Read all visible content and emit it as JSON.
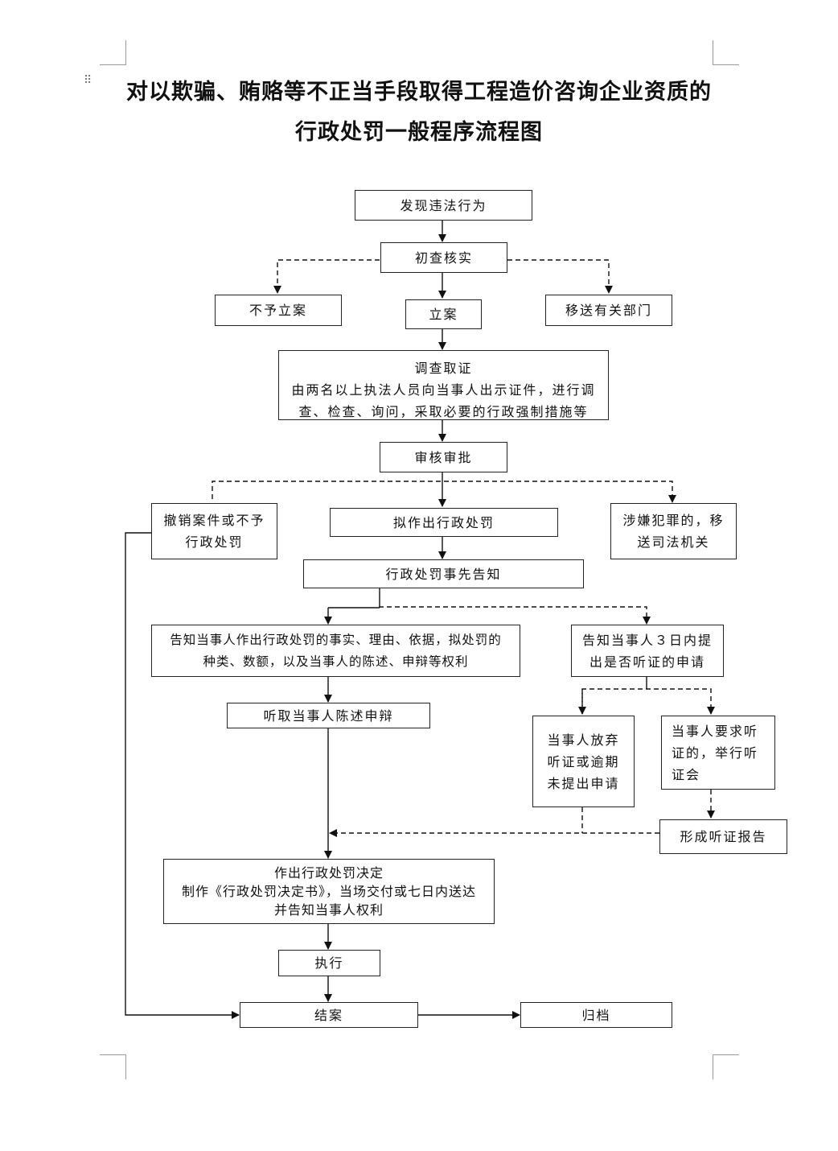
{
  "title": {
    "line1": "对以欺骗、贿赂等不正当手段取得工程造价咨询企业资质的",
    "line2": "行政处罚一般程序流程图"
  },
  "nodes": {
    "discover": "发现违法行为",
    "initial_check": "初查核实",
    "no_case": "不予立案",
    "file_case": "立案",
    "transfer_dept": "移送有关部门",
    "investigate": {
      "title": "调查取证",
      "line1": "由两名以上执法人员向当事人出示证件，进行调",
      "line2": "查、检查、询问，采取必要的行政强制措施等"
    },
    "review": "审核审批",
    "revoke": {
      "line1": "撤销案件或不予",
      "line2": "行政处罚"
    },
    "propose_penalty": "拟作出行政处罚",
    "crime_transfer": {
      "line1": "涉嫌犯罪的，移",
      "line2": "送司法机关"
    },
    "prior_notice": "行政处罚事先告知",
    "notify_rights": {
      "line1": "告知当事人作出行政处罚的事实、理由、依据，拟处罚的",
      "line2": "种类、数额，以及当事人的陈述、申辩等权利"
    },
    "notify_hearing": {
      "line1": "告知当事人３日内提",
      "line2": "出是否听证的申请"
    },
    "hear_statement": "听取当事人陈述申辩",
    "waive_hearing": {
      "line1": "当事人放弃",
      "line2": "听证或逾期",
      "line3": "未提出申请"
    },
    "request_hearing": {
      "line1": "当事人要求听",
      "line2": "证的，举行听",
      "line3": "证会"
    },
    "hearing_report": "形成听证报告",
    "decision": {
      "line1": "作出行政处罚决定",
      "line2": "制作《行政处罚决定书》，当场交付或七日内送达",
      "line3": "并告知当事人权利"
    },
    "execute": "执行",
    "close_case": "结案",
    "archive": "归档"
  }
}
